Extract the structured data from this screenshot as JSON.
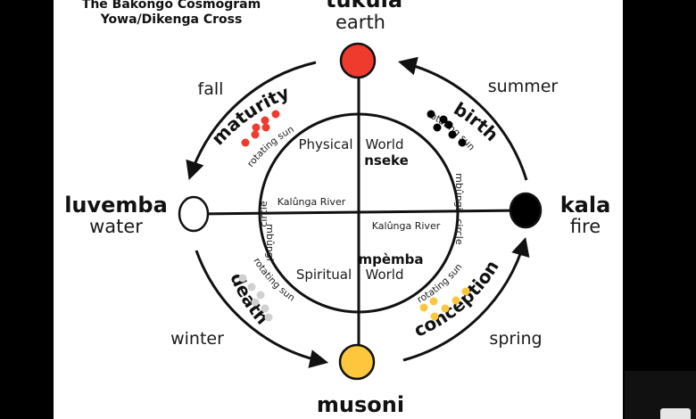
{
  "header": {
    "line1": "The Bakongo Cosmogram",
    "line2": "Yowa/Dikenga Cross"
  },
  "nodes": {
    "top": {
      "name": "tukula",
      "element": "earth",
      "color": "#ee3b2e"
    },
    "right": {
      "name": "kala",
      "element": "fire",
      "color": "#000000"
    },
    "bottom": {
      "name": "musoni",
      "color": "#fcc73d"
    },
    "left": {
      "name": "luvemba",
      "element": "water",
      "color": "#ffffff"
    }
  },
  "seasons": {
    "fall": "fall",
    "summer": "summer",
    "winter": "winter",
    "spring": "spring"
  },
  "stages": {
    "maturity": "maturity",
    "birth": "birth",
    "death": "death",
    "conception": "conception"
  },
  "rotating_sun": "rotating sun",
  "circle_words": {
    "circle": "circle",
    "mbungi": "mbûngi"
  },
  "quadrants": {
    "physical": "Physical",
    "world_upper": "World",
    "nseke": "nseke",
    "spiritual": "Spiritual",
    "world_lower": "World",
    "mpemba": "mpèmba",
    "kalunga_left": "Kalûnga River",
    "kalunga_right": "Kalûnga River"
  },
  "dot_colors": {
    "maturity": "#ee3b2e",
    "birth": "#000000",
    "death": "#d0d0d0",
    "conception": "#fcc73d"
  }
}
